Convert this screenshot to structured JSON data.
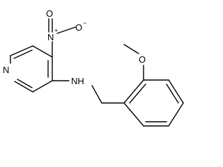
{
  "molecule": {
    "atoms": {
      "pyridine_n": "N",
      "amine_nh": "NH",
      "nitro_n": "N",
      "nitro_n_charge": "+",
      "nitro_o": "O",
      "nitro_o_charge": "−",
      "methoxy_o": "O"
    }
  }
}
